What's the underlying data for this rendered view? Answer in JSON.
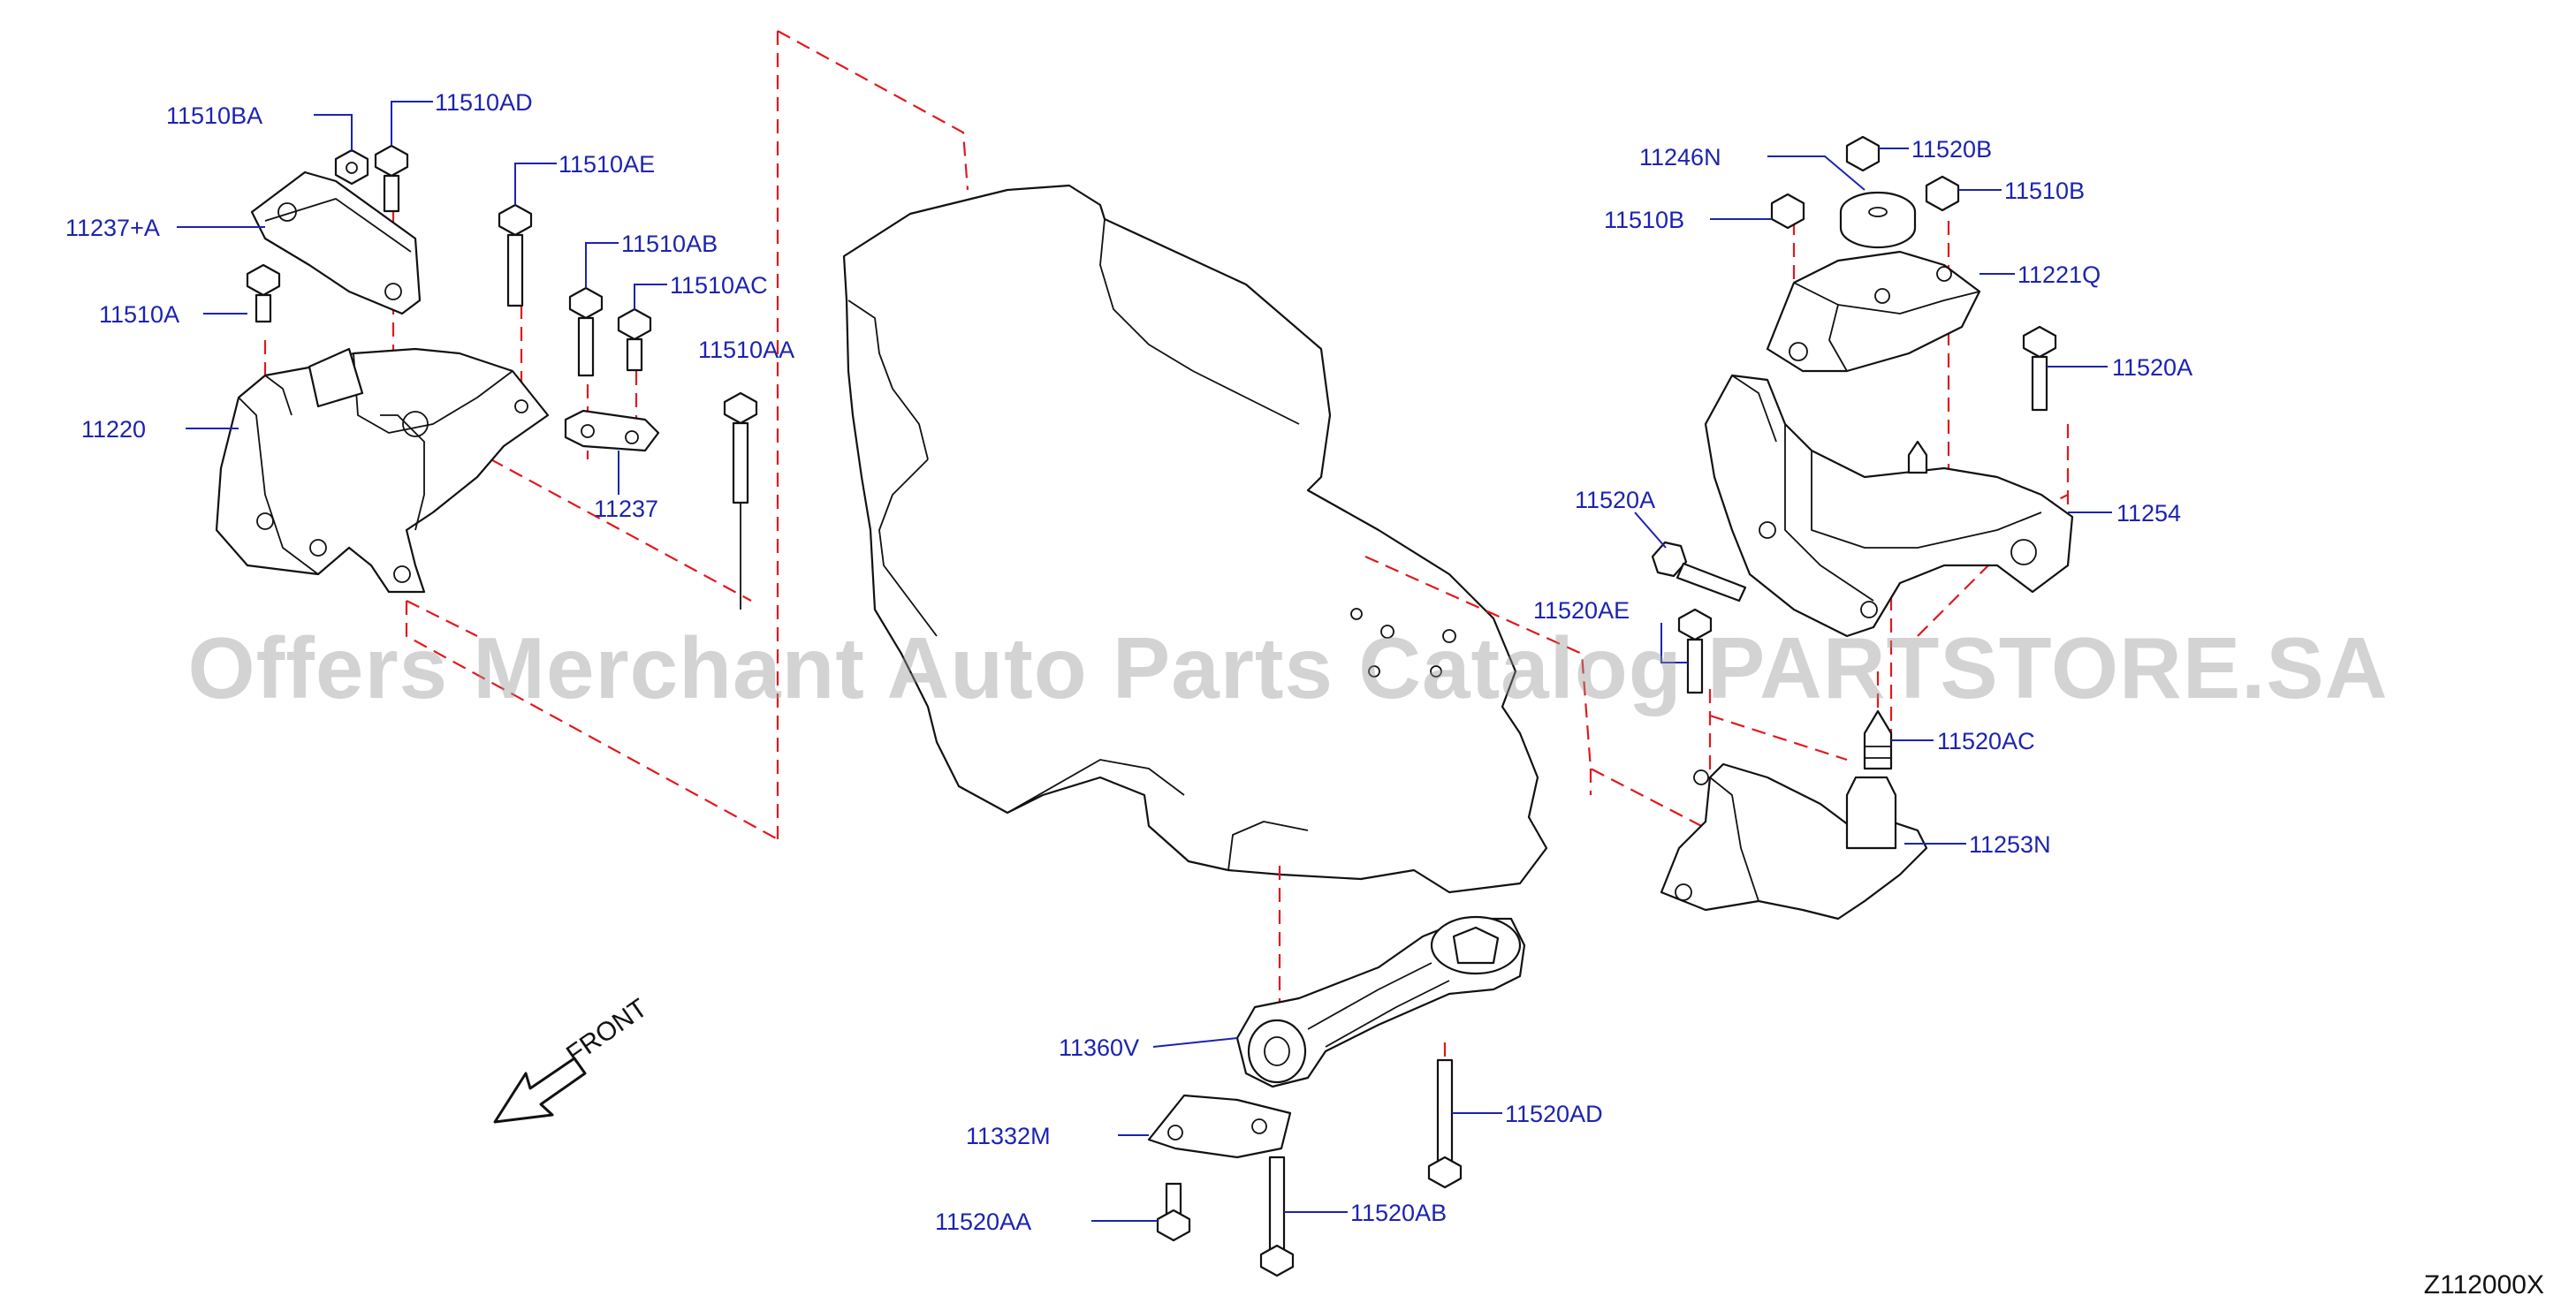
{
  "diagram": {
    "watermark": "Offers Merchant Auto Parts Catalog PARTSTORE.SA",
    "figure_code": "Z112000X",
    "front_label": "FRONT",
    "labels": [
      {
        "id": "11510BA",
        "text": "11510BA"
      },
      {
        "id": "11510AD",
        "text": "11510AD"
      },
      {
        "id": "11510AE",
        "text": "11510AE"
      },
      {
        "id": "11237A",
        "text": "11237+A"
      },
      {
        "id": "11510AB",
        "text": "11510AB"
      },
      {
        "id": "11510AC",
        "text": "11510AC"
      },
      {
        "id": "11510A",
        "text": "11510A"
      },
      {
        "id": "11510AA",
        "text": "11510AA"
      },
      {
        "id": "11220",
        "text": "11220"
      },
      {
        "id": "11237",
        "text": "11237"
      },
      {
        "id": "11246N",
        "text": "11246N"
      },
      {
        "id": "11520B",
        "text": "11520B"
      },
      {
        "id": "11510B_r",
        "text": "11510B"
      },
      {
        "id": "11510B_l",
        "text": "11510B"
      },
      {
        "id": "11221Q",
        "text": "11221Q"
      },
      {
        "id": "11520A_r",
        "text": "11520A"
      },
      {
        "id": "11254",
        "text": "11254"
      },
      {
        "id": "11520A_l",
        "text": "11520A"
      },
      {
        "id": "11520AE",
        "text": "11520AE"
      },
      {
        "id": "11520AC",
        "text": "11520AC"
      },
      {
        "id": "11253N",
        "text": "11253N"
      },
      {
        "id": "11360V",
        "text": "11360V"
      },
      {
        "id": "11520AD",
        "text": "11520AD"
      },
      {
        "id": "11332M",
        "text": "11332M"
      },
      {
        "id": "11520AA",
        "text": "11520AA"
      },
      {
        "id": "11520AB",
        "text": "11520AB"
      }
    ]
  }
}
